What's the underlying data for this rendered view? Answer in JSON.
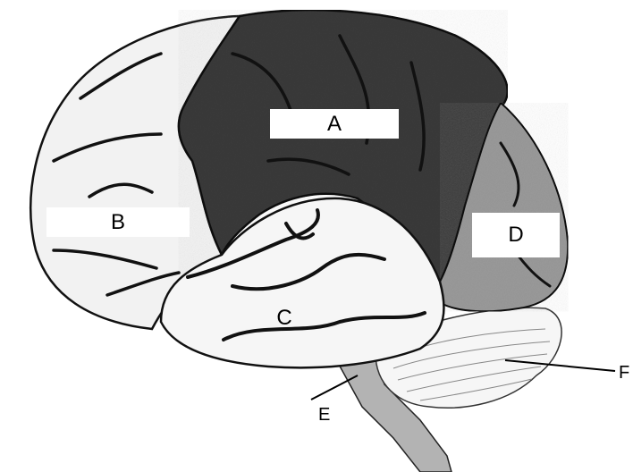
{
  "labels": {
    "a": "A",
    "b": "B",
    "c": "C",
    "d": "D",
    "e": "E",
    "f": "F"
  },
  "colors": {
    "background": "#ffffff",
    "frontal_lobe": "#3a3a3a",
    "occipital_lobe": "#9a9a9a",
    "brainstem": "#b3b3b3",
    "light_lobes": "#f4f4f4",
    "outline": "#111111"
  }
}
